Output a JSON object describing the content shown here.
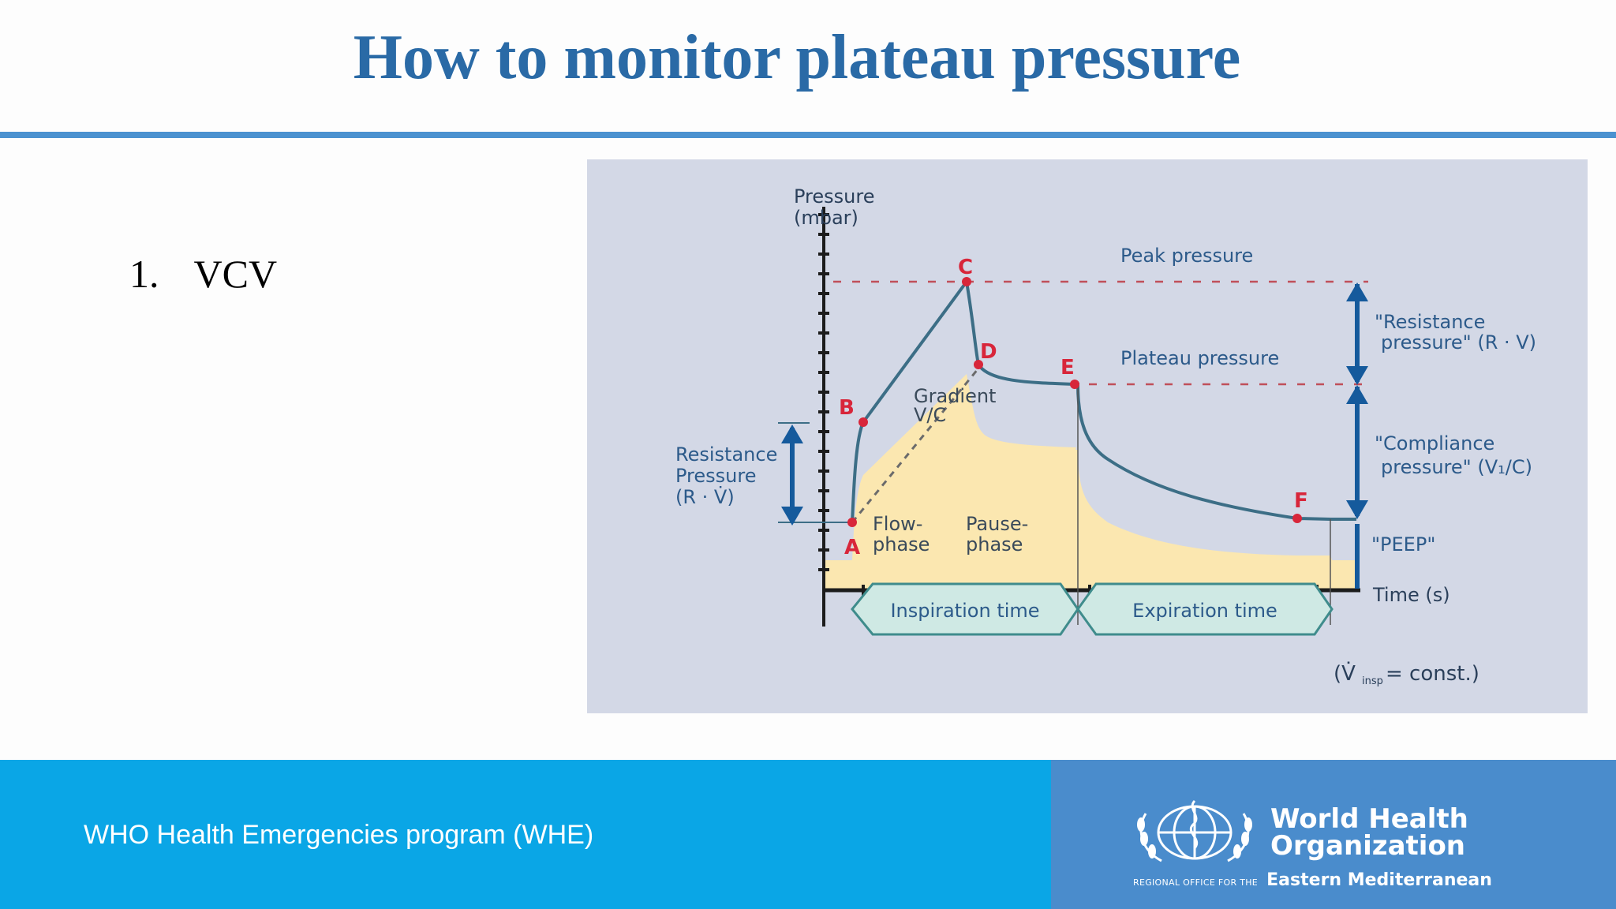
{
  "title": "How to monitor plateau pressure",
  "bullet": {
    "number": "1.",
    "text": "VCV"
  },
  "diagram": {
    "y_axis_label": [
      "Pressure",
      "(mbar)"
    ],
    "x_axis_label": "Time (s)",
    "points": [
      "A",
      "B",
      "C",
      "D",
      "E",
      "F"
    ],
    "peak_label": "Peak pressure",
    "plateau_label": "Plateau pressure",
    "resistance_pressure_right": [
      "\"Resistance",
      "pressure\" (R · V)"
    ],
    "compliance_pressure": [
      "\"Compliance",
      "pressure\" (V₁/C)"
    ],
    "peep_label": "\"PEEP\"",
    "resistance_pressure_left": [
      "Resistance",
      "Pressure",
      "(R · V̇)"
    ],
    "gradient_label": [
      "Gradient",
      "V/C"
    ],
    "flow_phase": [
      "Flow-",
      "phase"
    ],
    "pause_phase": [
      "Pause-",
      "phase"
    ],
    "inspiration_time": "Inspiration time",
    "expiration_time": "Expiration time",
    "const_note": {
      "open": "(V̇",
      "sub": "insp",
      "close": "= const.)"
    },
    "colors": {
      "background": "#d3d8e6",
      "fill": "#fbe7b0",
      "curve": "#3c6e86",
      "point": "#d8263a",
      "arrow": "#155a9c",
      "dash": "#c0505a",
      "hex_fill": "#cfe9e4",
      "hex_stroke": "#3f8c8c",
      "text": "#2c5a8a"
    }
  },
  "footer": {
    "program": "WHO Health Emergencies program (WHE)",
    "org_name": [
      "World Health",
      "Organization"
    ],
    "region_prefix": "REGIONAL OFFICE FOR THE",
    "region_name": "Eastern Mediterranean"
  }
}
